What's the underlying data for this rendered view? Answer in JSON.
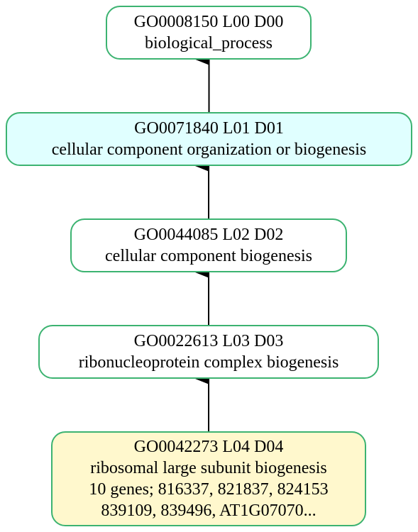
{
  "colors": {
    "border": "#3cb371",
    "default_fill": "#ffffff",
    "highlight_fill": "#e0ffff",
    "query_fill": "#fff8cd",
    "edge": "#000000"
  },
  "nodes": [
    {
      "id": "GO0008150 L00 D00",
      "name": "biological_process",
      "fill": "#ffffff"
    },
    {
      "id": "GO0071840 L01 D01",
      "name": "cellular component organization or biogenesis",
      "fill": "#e0ffff"
    },
    {
      "id": "GO0044085 L02 D02",
      "name": "cellular component biogenesis",
      "fill": "#ffffff"
    },
    {
      "id": "GO0022613 L03 D03",
      "name": "ribonucleoprotein complex biogenesis",
      "fill": "#ffffff"
    },
    {
      "id": "GO0042273 L04 D04",
      "name": "ribosomal large subunit biogenesis",
      "genes_line1": "10 genes; 816337, 821837, 824153",
      "genes_line2": "839109, 839496, AT1G07070...",
      "fill": "#fff8cd"
    }
  ],
  "edges": [
    {
      "from": 1,
      "to": 0
    },
    {
      "from": 2,
      "to": 1
    },
    {
      "from": 3,
      "to": 2
    },
    {
      "from": 4,
      "to": 3
    }
  ]
}
